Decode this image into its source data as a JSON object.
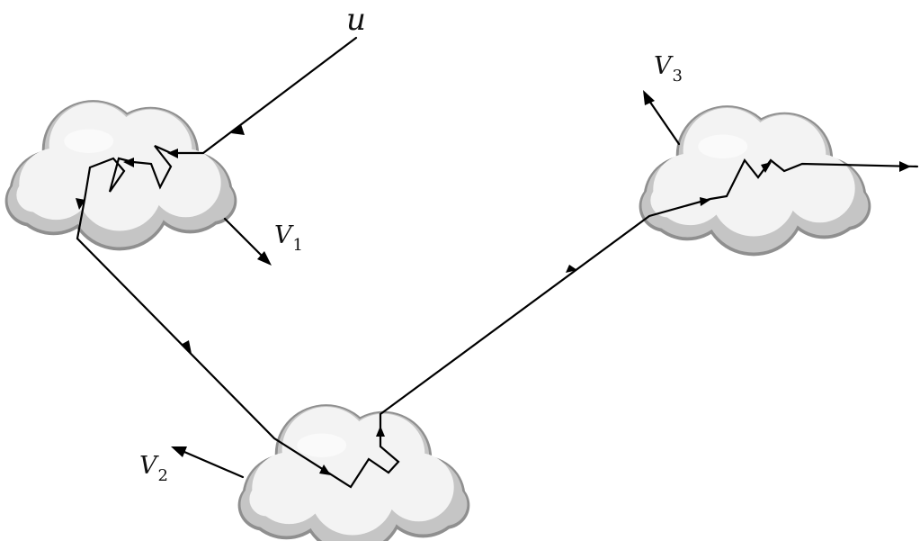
{
  "labels": {
    "source": "u",
    "v1_main": "V",
    "v1_sub": "1",
    "v2_main": "V",
    "v2_sub": "2",
    "v3_main": "V",
    "v3_sub": "3"
  },
  "colors": {
    "line": "#000000",
    "cloud_fill": "#f3f3f3",
    "cloud_shadow": "#c5c5c5",
    "cloud_outline": "#8f8f8f"
  }
}
